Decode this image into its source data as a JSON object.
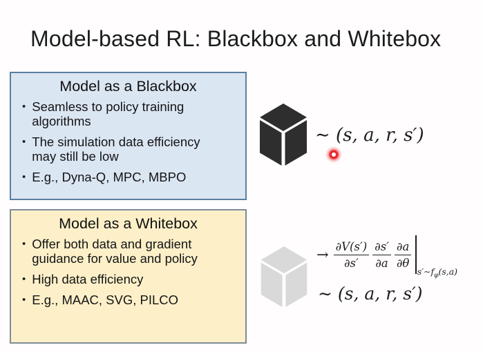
{
  "title": "Model-based RL: Blackbox and Whitebox",
  "blackbox": {
    "header": "Model as a Blackbox",
    "bullets": [
      "Seamless to policy training\nalgorithms",
      "The simulation data efficiency\nmay still be low",
      "E.g., Dyna-Q, MPC, MBPO"
    ],
    "sample_formula": "∼ (s, a, r, s′)",
    "colors": {
      "fill": "#dbe6f3",
      "border": "#5b7e9e"
    }
  },
  "whitebox": {
    "header": "Model as a Whitebox",
    "bullets": [
      "Offer both data and gradient\nguidance for value and policy",
      "High data efficiency",
      "E.g., MAAC, SVG, PILCO"
    ],
    "gradient_formula": {
      "arrow": "→",
      "fractions": [
        {
          "num": "∂V(s′)",
          "den": "∂s′"
        },
        {
          "num": "∂s′",
          "den": "∂a"
        },
        {
          "num": "∂a",
          "den": "∂θ"
        }
      ],
      "condition_pre": "s′∼f",
      "condition_sub": "φ",
      "condition_post": "(s,a)"
    },
    "sample_formula": "∼ (s, a, r, s′)",
    "colors": {
      "fill": "#fdf0c9",
      "border": "#7d8c99"
    }
  },
  "icons": {
    "black_cube": "#2e2e2e",
    "gray_cube": "#d9d9d9"
  },
  "laser_pointer_color": "#e8262a"
}
